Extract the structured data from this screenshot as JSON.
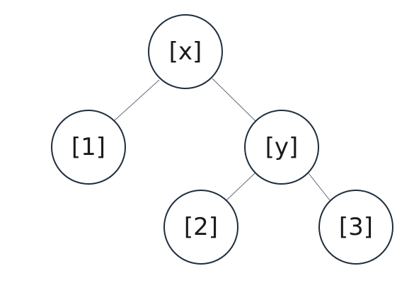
{
  "diagram": {
    "type": "binary-tree",
    "nodes": [
      {
        "id": "x",
        "label": "[x]"
      },
      {
        "id": "1",
        "label": "[1]"
      },
      {
        "id": "y",
        "label": "[y]"
      },
      {
        "id": "2",
        "label": "[2]"
      },
      {
        "id": "3",
        "label": "[3]"
      }
    ],
    "edges": [
      {
        "from": "x",
        "to": "1"
      },
      {
        "from": "x",
        "to": "y"
      },
      {
        "from": "y",
        "to": "2"
      },
      {
        "from": "y",
        "to": "3"
      }
    ],
    "colors": {
      "node_stroke": "#1f2d3d",
      "edge": "#5f6b78",
      "text": "#1a1a1a"
    }
  }
}
